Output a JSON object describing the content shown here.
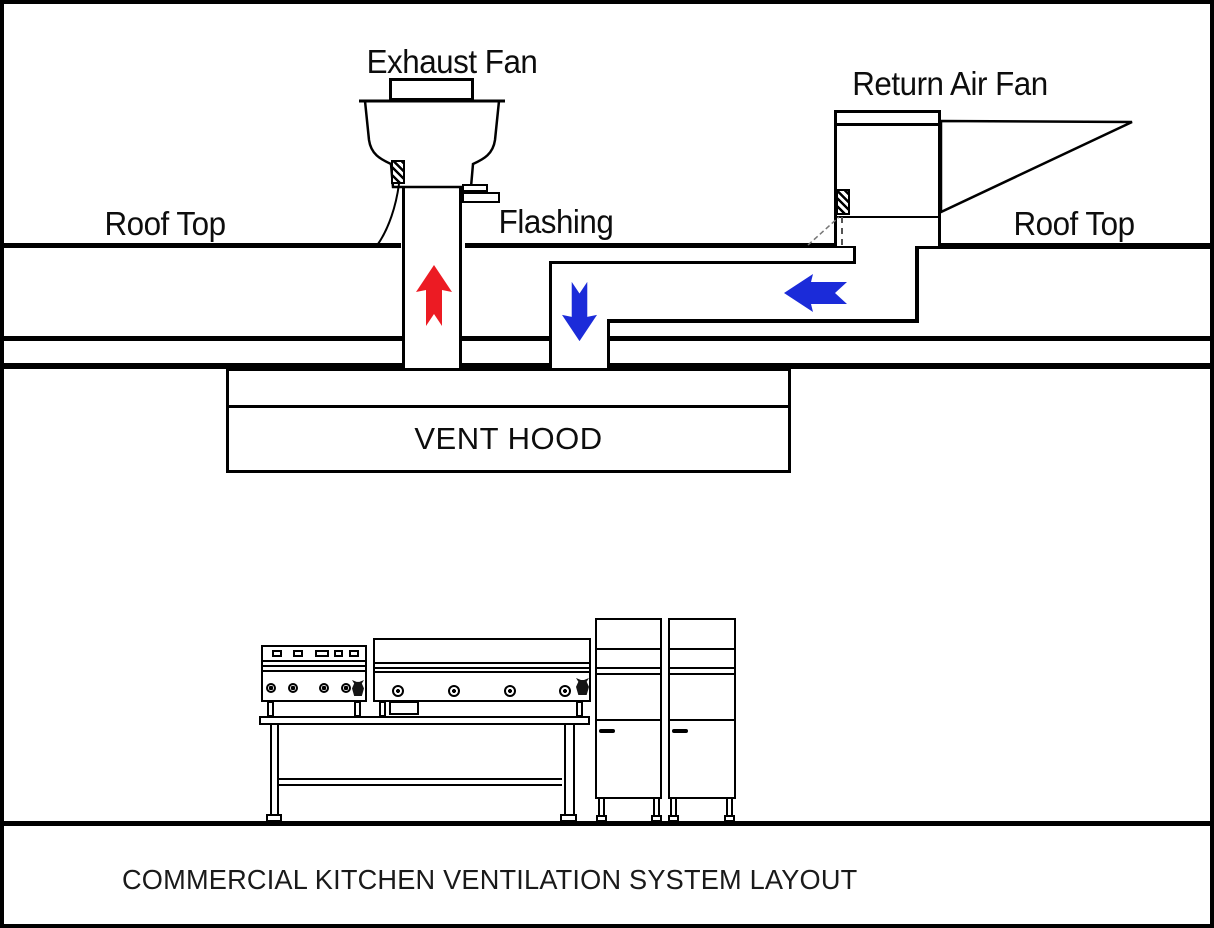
{
  "diagram": {
    "title": "COMMERCIAL KITCHEN VENTILATION SYSTEM LAYOUT",
    "labels": {
      "exhaust_fan": "Exhaust Fan",
      "return_air_fan": "Return Air Fan",
      "roof_top_left": "Roof Top",
      "roof_top_right": "Roof Top",
      "flashing": "Flashing",
      "vent_hood": "VENT HOOD"
    },
    "colors": {
      "line": "#000000",
      "background": "#ffffff",
      "exhaust_air_arrow": "#ec1b23",
      "return_air_arrow": "#1b2bd9"
    },
    "arrows": [
      {
        "name": "exhaust-airflow-up",
        "direction": "up",
        "color": "#ec1b23"
      },
      {
        "name": "return-airflow-down",
        "direction": "down",
        "color": "#1b2bd9"
      },
      {
        "name": "return-airflow-left",
        "direction": "left",
        "color": "#1b2bd9"
      }
    ],
    "icons": [
      "roof-curb-hatch-icon",
      "return-curb-hatch-icon",
      "brand-logo-icon"
    ]
  }
}
